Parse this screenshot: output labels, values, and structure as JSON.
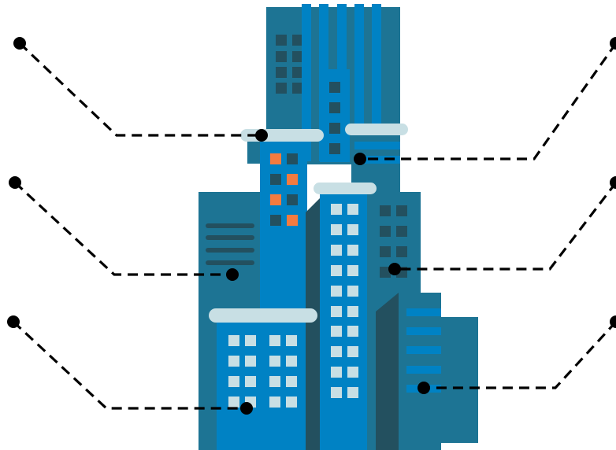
{
  "colors": {
    "background": "#ffffff",
    "tower_teal": "#1d7494",
    "tower_blue": "#0082c4",
    "tower_shadow": "#23505f",
    "window_dark": "#23505f",
    "window_light": "#c8dfe4",
    "window_accent": "#f47b3f",
    "roof_cap": "#c8dfe4",
    "leader_line": "#000000"
  },
  "illustration": {
    "subject": "office-buildings-icon",
    "callout_count": 6,
    "callout_style": "dashed-leader-lines",
    "callouts": [
      {
        "side": "left",
        "label": ""
      },
      {
        "side": "left",
        "label": ""
      },
      {
        "side": "left",
        "label": ""
      },
      {
        "side": "right",
        "label": ""
      },
      {
        "side": "right",
        "label": ""
      },
      {
        "side": "right",
        "label": ""
      }
    ]
  }
}
